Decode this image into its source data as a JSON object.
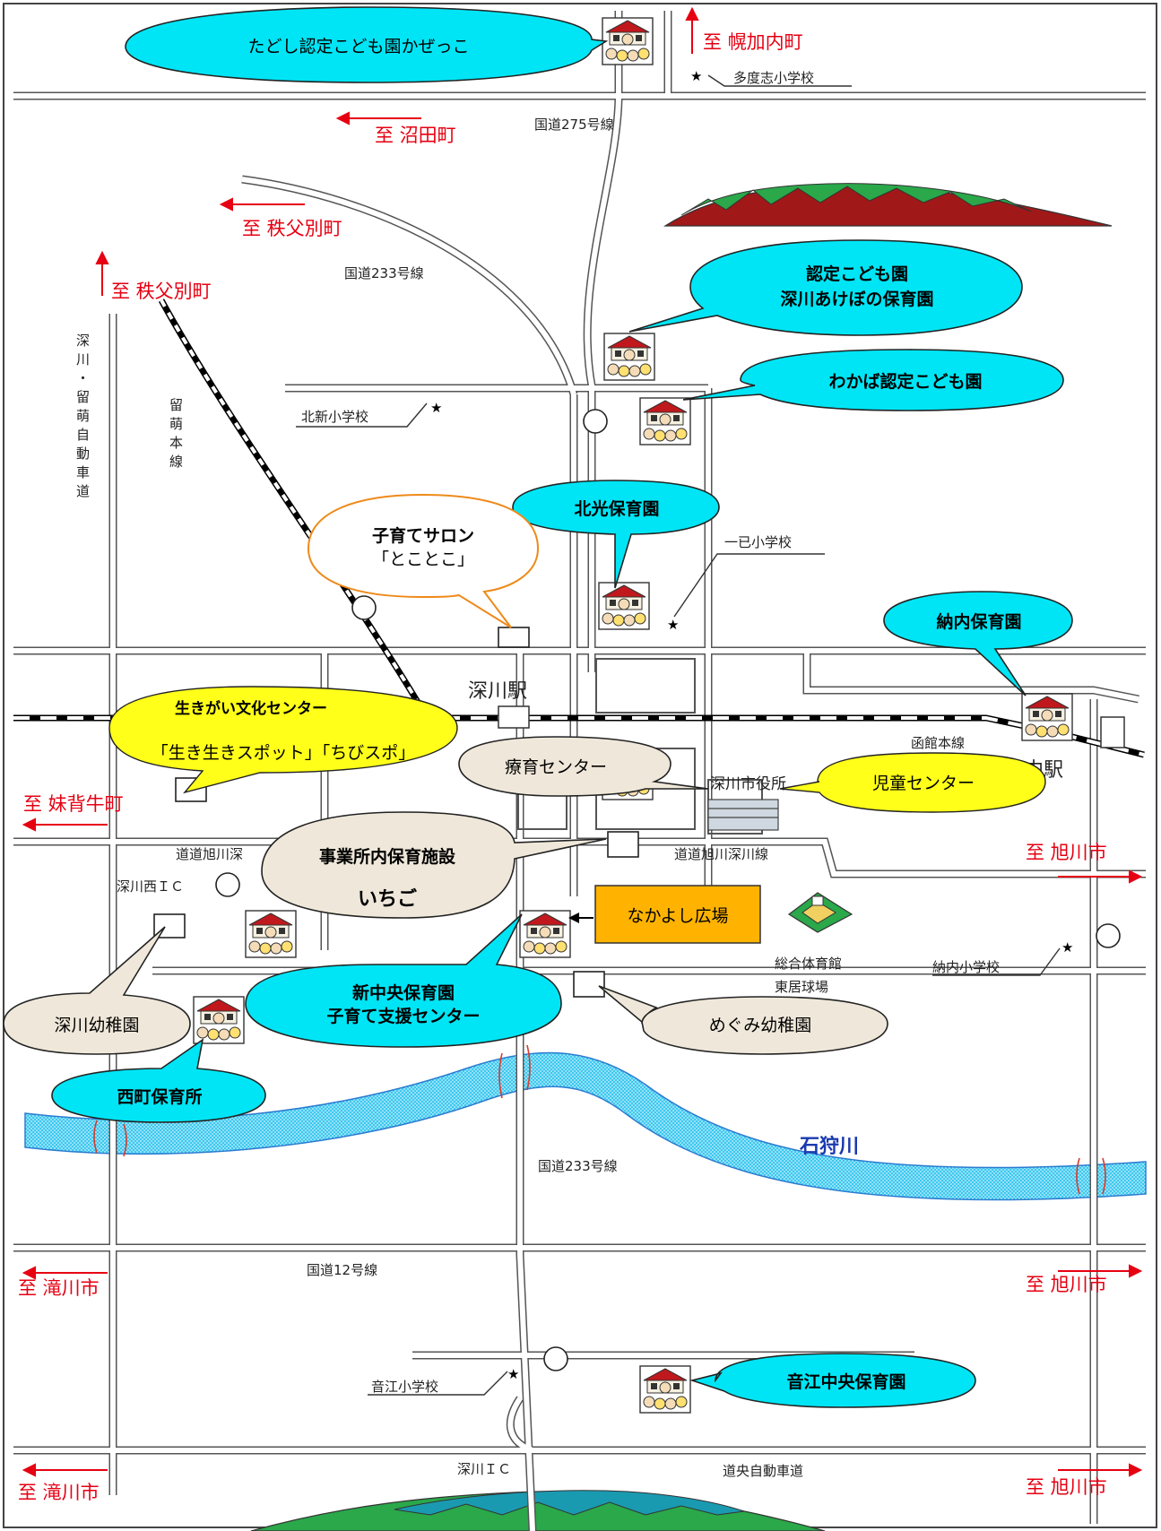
{
  "directions": {
    "horokanai": "至 幌加内町",
    "numata": "至 沼田町",
    "chippubetsu_1": "至 秩父別町",
    "chippubetsu_2": "至 秩父別町",
    "imoseushi": "至 妹背牛町",
    "asahikawa_1": "至 旭川市",
    "asahikawa_2": "至 旭川市",
    "asahikawa_3": "至 旭川市",
    "takikawa_1": "至 滝川市",
    "takikawa_2": "至 滝川市"
  },
  "roads": {
    "r275": "国道275号線",
    "r233_north": "国道233号線",
    "r233_south": "国道233号線",
    "r12": "国道12号線",
    "expressway_vertical": "深川・留萌自動車道",
    "rumoi_line": "留萌本線",
    "hakodate_line": "函館本線",
    "asahikawa_fukagawa_1": "道道旭川深",
    "asahikawa_fukagawa_2": "道道旭川深川線",
    "doou_expressway": "道央自動車道"
  },
  "places": {
    "taisushi_school": "多度志小学校",
    "hokushin_school": "北新小学校",
    "ichii_school": "一已小学校",
    "nonai_school": "納内小学校",
    "otoe_school": "音江小学校",
    "fukagawa_station": "深川駅",
    "nonai_station": "納内駅",
    "city_hall": "深川市役所",
    "gym": "総合体育館",
    "ballpark": "東居球場",
    "fukagawa_west_ic": "深川西ＩＣ",
    "fukagawa_ic": "深川ＩＣ",
    "river": "石狩川"
  },
  "callouts": {
    "kazekko": "たどし認定こども園かぜっこ",
    "akebono_1": "認定こども園",
    "akebono_2": "深川あけぼの保育園",
    "wakaba": "わかば認定こども園",
    "hokko": "北光保育園",
    "salon_1": "子育てサロン",
    "salon_2": "「とことこ」",
    "nonai_hoikuen": "納内保育園",
    "ikigai_1": "生きがい文化センター",
    "ikigai_2": "「生き生きスポット」「ちびスポ」",
    "ryoiku": "療育センター",
    "jido": "児童センター",
    "ichigo_1": "事業所内保育施設",
    "ichigo_2": "いちご",
    "nakayoshi": "なかよし広場",
    "shinchuo_1": "新中央保育園",
    "shinchuo_2": "子育て支援センター",
    "fukagawa_kinder": "深川幼稚園",
    "megumi": "めぐみ幼稚園",
    "nishimachi": "西町保育所",
    "otoe_chuo": "音江中央保育園"
  },
  "colors": {
    "cyan_callout": "#00e5f5",
    "beige_callout": "#efe8da",
    "yellow_callout": "#ffff1a",
    "orange_box": "#ffb300",
    "direction_red": "#e60012",
    "river_blue": "#3cc8f0",
    "mountain_green": "#2aa84a",
    "mountain_red": "#a01818"
  },
  "icons": {
    "facility": "nursery-building-icon",
    "school": "school-star-icon",
    "circle": "landmark-circle-icon"
  }
}
